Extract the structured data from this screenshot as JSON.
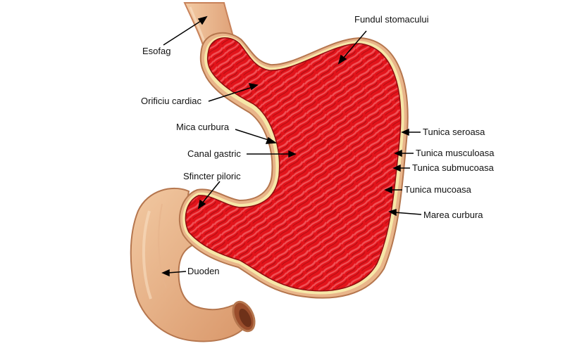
{
  "labels": {
    "esofag": "Esofag",
    "fundul": "Fundul stomacului",
    "orificiu": "Orificiu cardiac",
    "mica_curbura": "Mica curbura",
    "canal_gastric": "Canal gastric",
    "sfincter": "Sfincter piloric",
    "duoden": "Duoden",
    "tunica_seroasa": "Tunica seroasa",
    "tunica_musculoasa": "Tunica musculoasa",
    "tunica_submucoasa": "Tunica submucoasa",
    "tunica_mucoasa": "Tunica mucoasa",
    "marea_curbura": "Marea curbura"
  },
  "colors": {
    "outer_wall": "#E9B58A",
    "outer_shadow": "#C8825A",
    "serosa_line": "#F6E7A8",
    "mucosa": "#E3141B",
    "fold_highlight": "#F25A5F",
    "fold_dark": "#A80F14",
    "leader_line": "#000000"
  }
}
